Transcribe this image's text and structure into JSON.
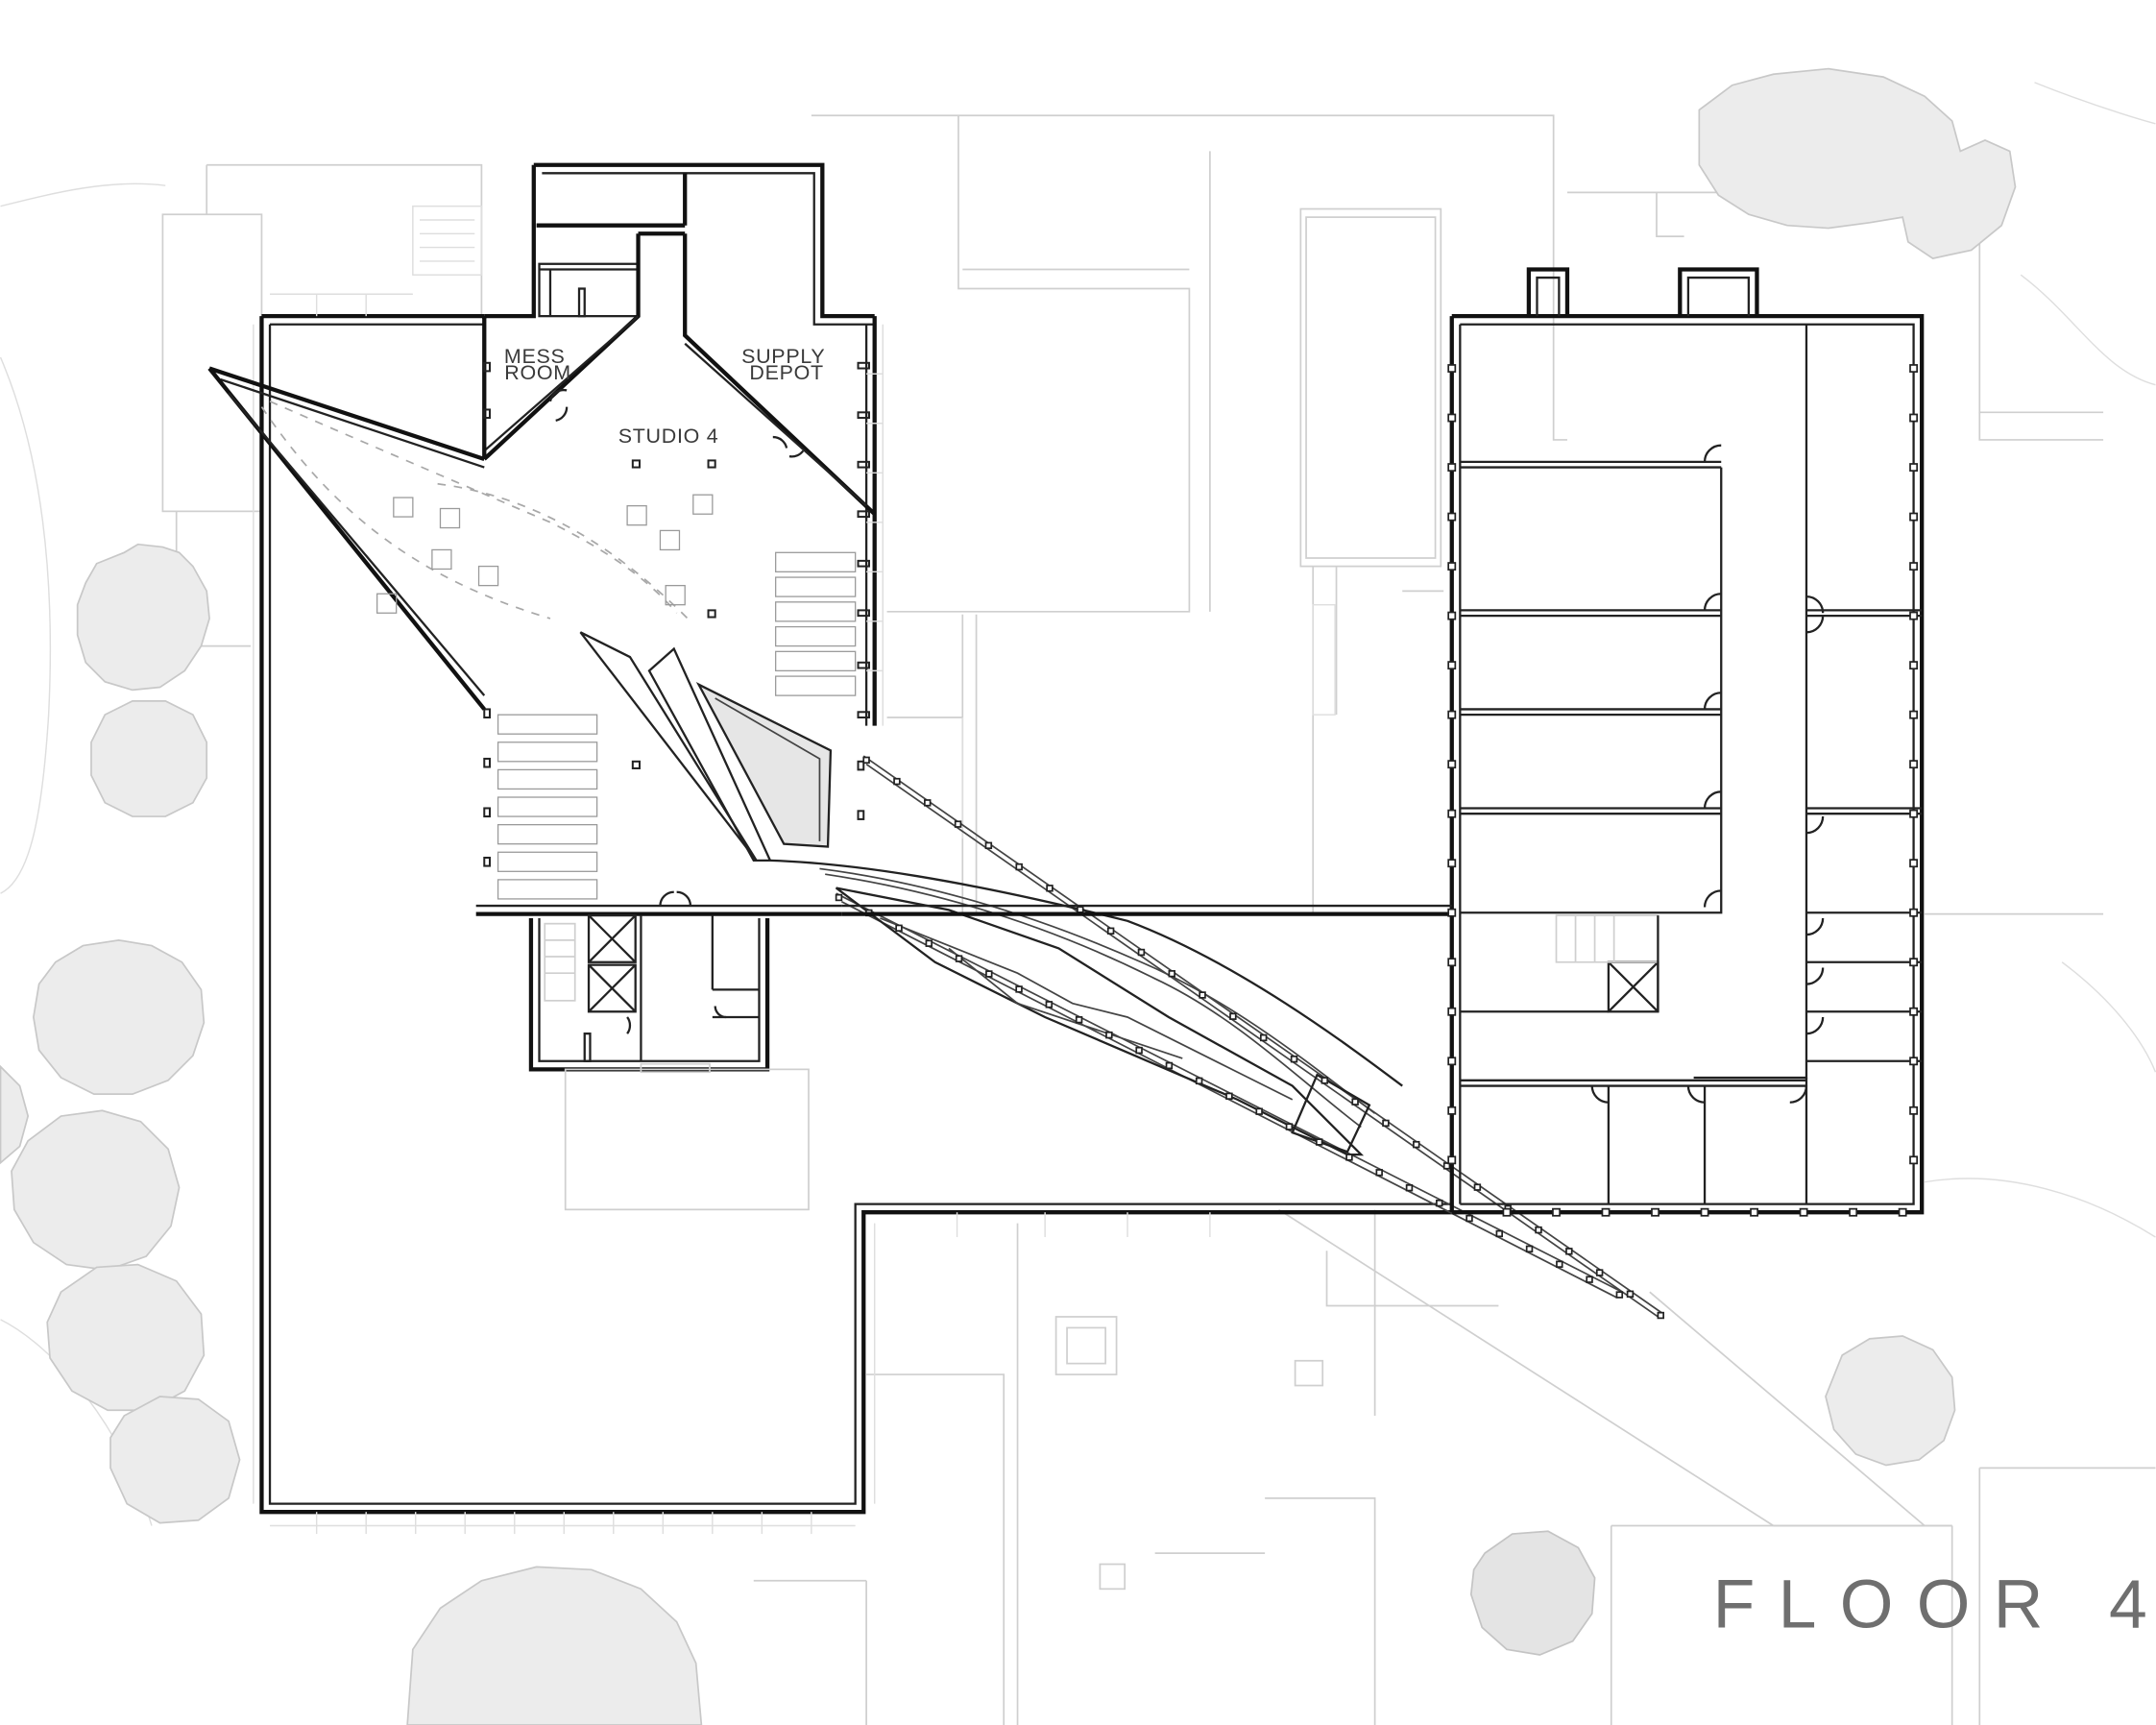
{
  "drawing": {
    "title": "FLOOR 4",
    "rooms": [
      {
        "id": "mess-room",
        "lines": [
          "MESS",
          "ROOM"
        ]
      },
      {
        "id": "supply-depot",
        "lines": [
          "SUPPLY",
          "DEPOT"
        ]
      },
      {
        "id": "studio-4",
        "lines": [
          "STUDIO 4"
        ]
      }
    ]
  },
  "colors": {
    "walls": "#111111",
    "context_lines": "#cfcfcf",
    "trees": "#ececec",
    "title_text": "#6f6f6f"
  }
}
